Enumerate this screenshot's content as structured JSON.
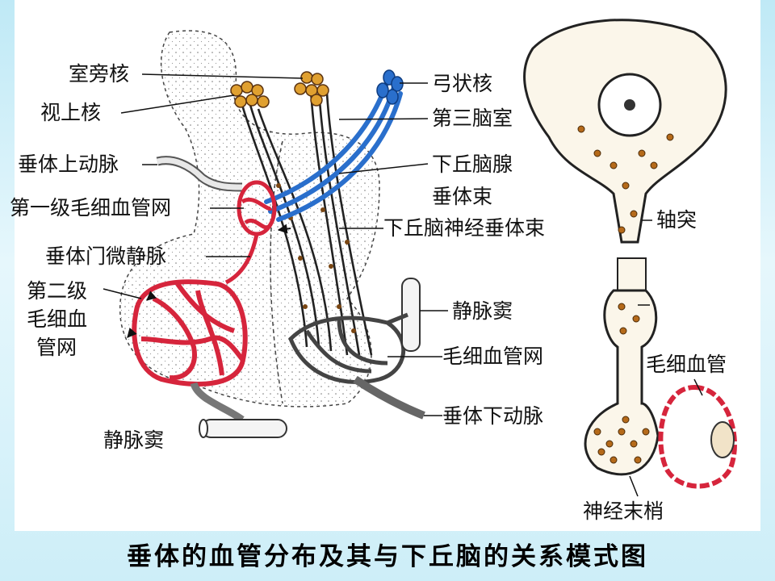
{
  "caption": "垂体的血管分布及其与下丘脑的关系模式图",
  "labels": {
    "paraventricular": "室旁核",
    "supraoptic": "视上核",
    "sup_hypophyseal_artery": "垂体上动脉",
    "primary_plexus": "第一级毛细血管网",
    "portal_venules": "垂体门微静脉",
    "secondary_plexus_l1": "第二级",
    "secondary_plexus_l2": "毛细血",
    "secondary_plexus_l3": "管网",
    "venous_sinus_left": "静脉窦",
    "arcuate": "弓状核",
    "third_ventricle": "第三脑室",
    "tuberohypophyseal_l1": "下丘脑腺",
    "tuberohypophyseal_l2": "垂体束",
    "hypothalamo_neurohypophyseal": "下丘脑神经垂体束",
    "venous_sinus_right": "静脉窦",
    "capillary_network": "毛细血管网",
    "inf_hypophyseal_artery": "垂体下动脉",
    "axon": "轴突",
    "capillary": "毛细血管",
    "nerve_terminal": "神经末梢"
  },
  "colors": {
    "capillary_red": "#d6253c",
    "tract_blue": "#2a6fcc",
    "neuron_orange": "#e0a030",
    "granule_brown": "#7a4612",
    "ink": "#111111"
  }
}
